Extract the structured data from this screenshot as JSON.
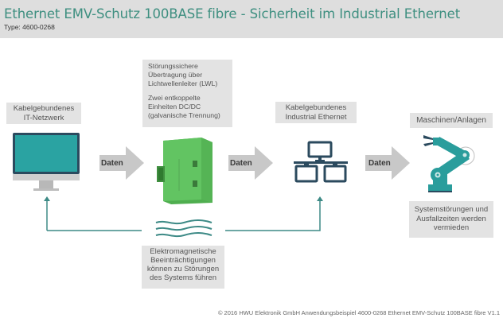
{
  "header": {
    "title": "Ethernet EMV-Schutz 100BASE fibre - Sicherheit im Industrial Ethernet",
    "type": "Type: 4600-0268"
  },
  "nodes": {
    "it_network": {
      "label_line1": "Kabelgebundenes",
      "label_line2": "IT-Netzwerk",
      "icon": "monitor-icon"
    },
    "converter": {
      "info_line1": "Störungssichere",
      "info_line2": "Übertragung über",
      "info_line3": "Lichtwellenleiter (LWL)",
      "info_line4": "Zwei entkoppelte",
      "info_line5": "Einheiten DC/DC",
      "info_line6": "(galvanische Trennung)",
      "icon": "fiber-converter-device-icon"
    },
    "industrial_ethernet": {
      "label_line1": "Kabelgebundenes",
      "label_line2": "Industrial Ethernet",
      "icon": "network-topology-icon"
    },
    "machines": {
      "label": "Maschinen/Anlagen",
      "result_line1": "Systemstörungen und",
      "result_line2": "Ausfallzeiten werden",
      "result_line3": "vermieden",
      "icon": "robot-arm-icon"
    }
  },
  "arrows": [
    {
      "label": "Daten"
    },
    {
      "label": "Daten"
    },
    {
      "label": "Daten"
    }
  ],
  "emi": {
    "line1": "Elektromagnetische",
    "line2": "Beeinträchtigungen",
    "line3": "können zu Störungen",
    "line4": "des Systems führen",
    "icon": "em-wave-icon"
  },
  "footer": "© 2016 HWU Elektronik GmbH Anwendungsbeispiel 4600-0268 Ethernet EMV-Schutz 100BASE fibre  V1.1",
  "colors": {
    "title": "#3e8f80",
    "teal": "#2a9d9c",
    "dark_blue": "#2b4a5e",
    "device_green": "#5cbf5c",
    "arrow_gray": "#c8c8c8",
    "box_gray": "#e3e3e3",
    "line_teal": "#3d8a86"
  }
}
